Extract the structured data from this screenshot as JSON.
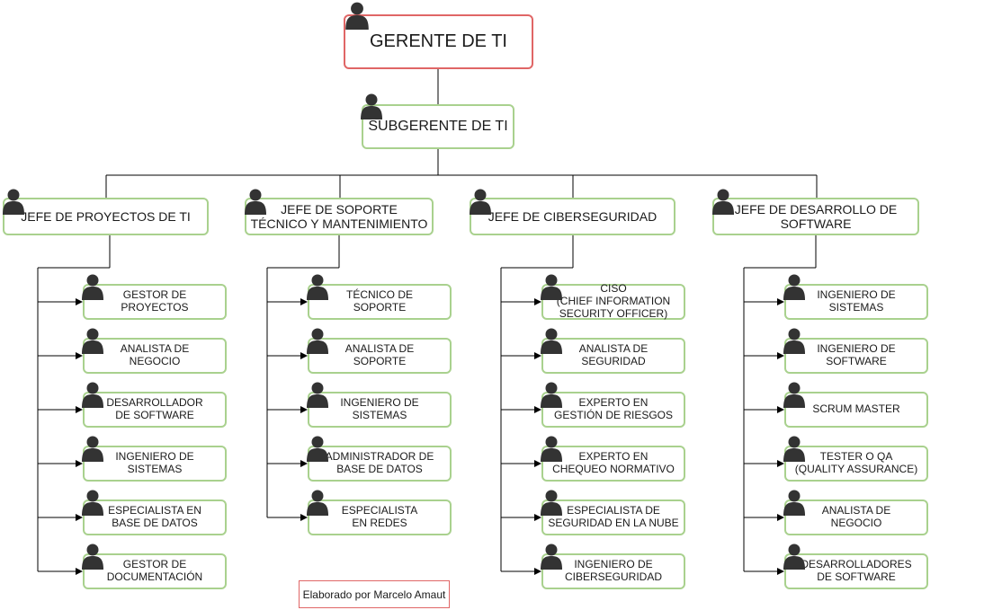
{
  "diagram": {
    "gerente": "GERENTE DE TI",
    "subgerente": "SUBGERENTE DE TI",
    "jefes": [
      {
        "label": "JEFE DE PROYECTOS DE TI",
        "roles": [
          "GESTOR DE\nPROYECTOS",
          "ANALISTA DE\nNEGOCIO",
          "DESARROLLADOR\nDE SOFTWARE",
          "INGENIERO DE\nSISTEMAS",
          "ESPECIALISTA EN\nBASE DE DATOS",
          "GESTOR DE\nDOCUMENTACIÓN"
        ]
      },
      {
        "label": "JEFE DE SOPORTE\nTÉCNICO Y MANTENIMIENTO",
        "roles": [
          "TÉCNICO DE\nSOPORTE",
          "ANALISTA DE\nSOPORTE",
          "INGENIERO DE\nSISTEMAS",
          "ADMINISTRADOR DE\nBASE DE DATOS",
          "ESPECIALISTA\nEN REDES"
        ]
      },
      {
        "label": "JEFE DE CIBERSEGURIDAD",
        "roles": [
          "CISO\n(CHIEF INFORMATION\nSECURITY OFFICER)",
          "ANALISTA DE\nSEGURIDAD",
          "EXPERTO EN\nGESTIÓN DE RIESGOS",
          "EXPERTO EN\nCHEQUEO NORMATIVO",
          "ESPECIALISTA DE\nSEGURIDAD EN LA NUBE",
          "INGENIERO DE\nCIBERSEGURIDAD"
        ]
      },
      {
        "label": "JEFE DE DESARROLLO DE\nSOFTWARE",
        "roles": [
          "INGENIERO DE\nSISTEMAS",
          "INGENIERO DE\nSOFTWARE",
          "SCRUM MASTER",
          "TESTER O QA\n(QUALITY ASSURANCE)",
          "ANALISTA DE\nNEGOCIO",
          "DESARROLLADORES\nDE SOFTWARE"
        ]
      }
    ],
    "credit": "Elaborado por Marcelo Amaut"
  },
  "colors": {
    "green_border": "#a9d18e",
    "red_border": "#e06666",
    "icon": "#333333",
    "line": "#000000"
  },
  "icons": {
    "person": "person-icon"
  }
}
